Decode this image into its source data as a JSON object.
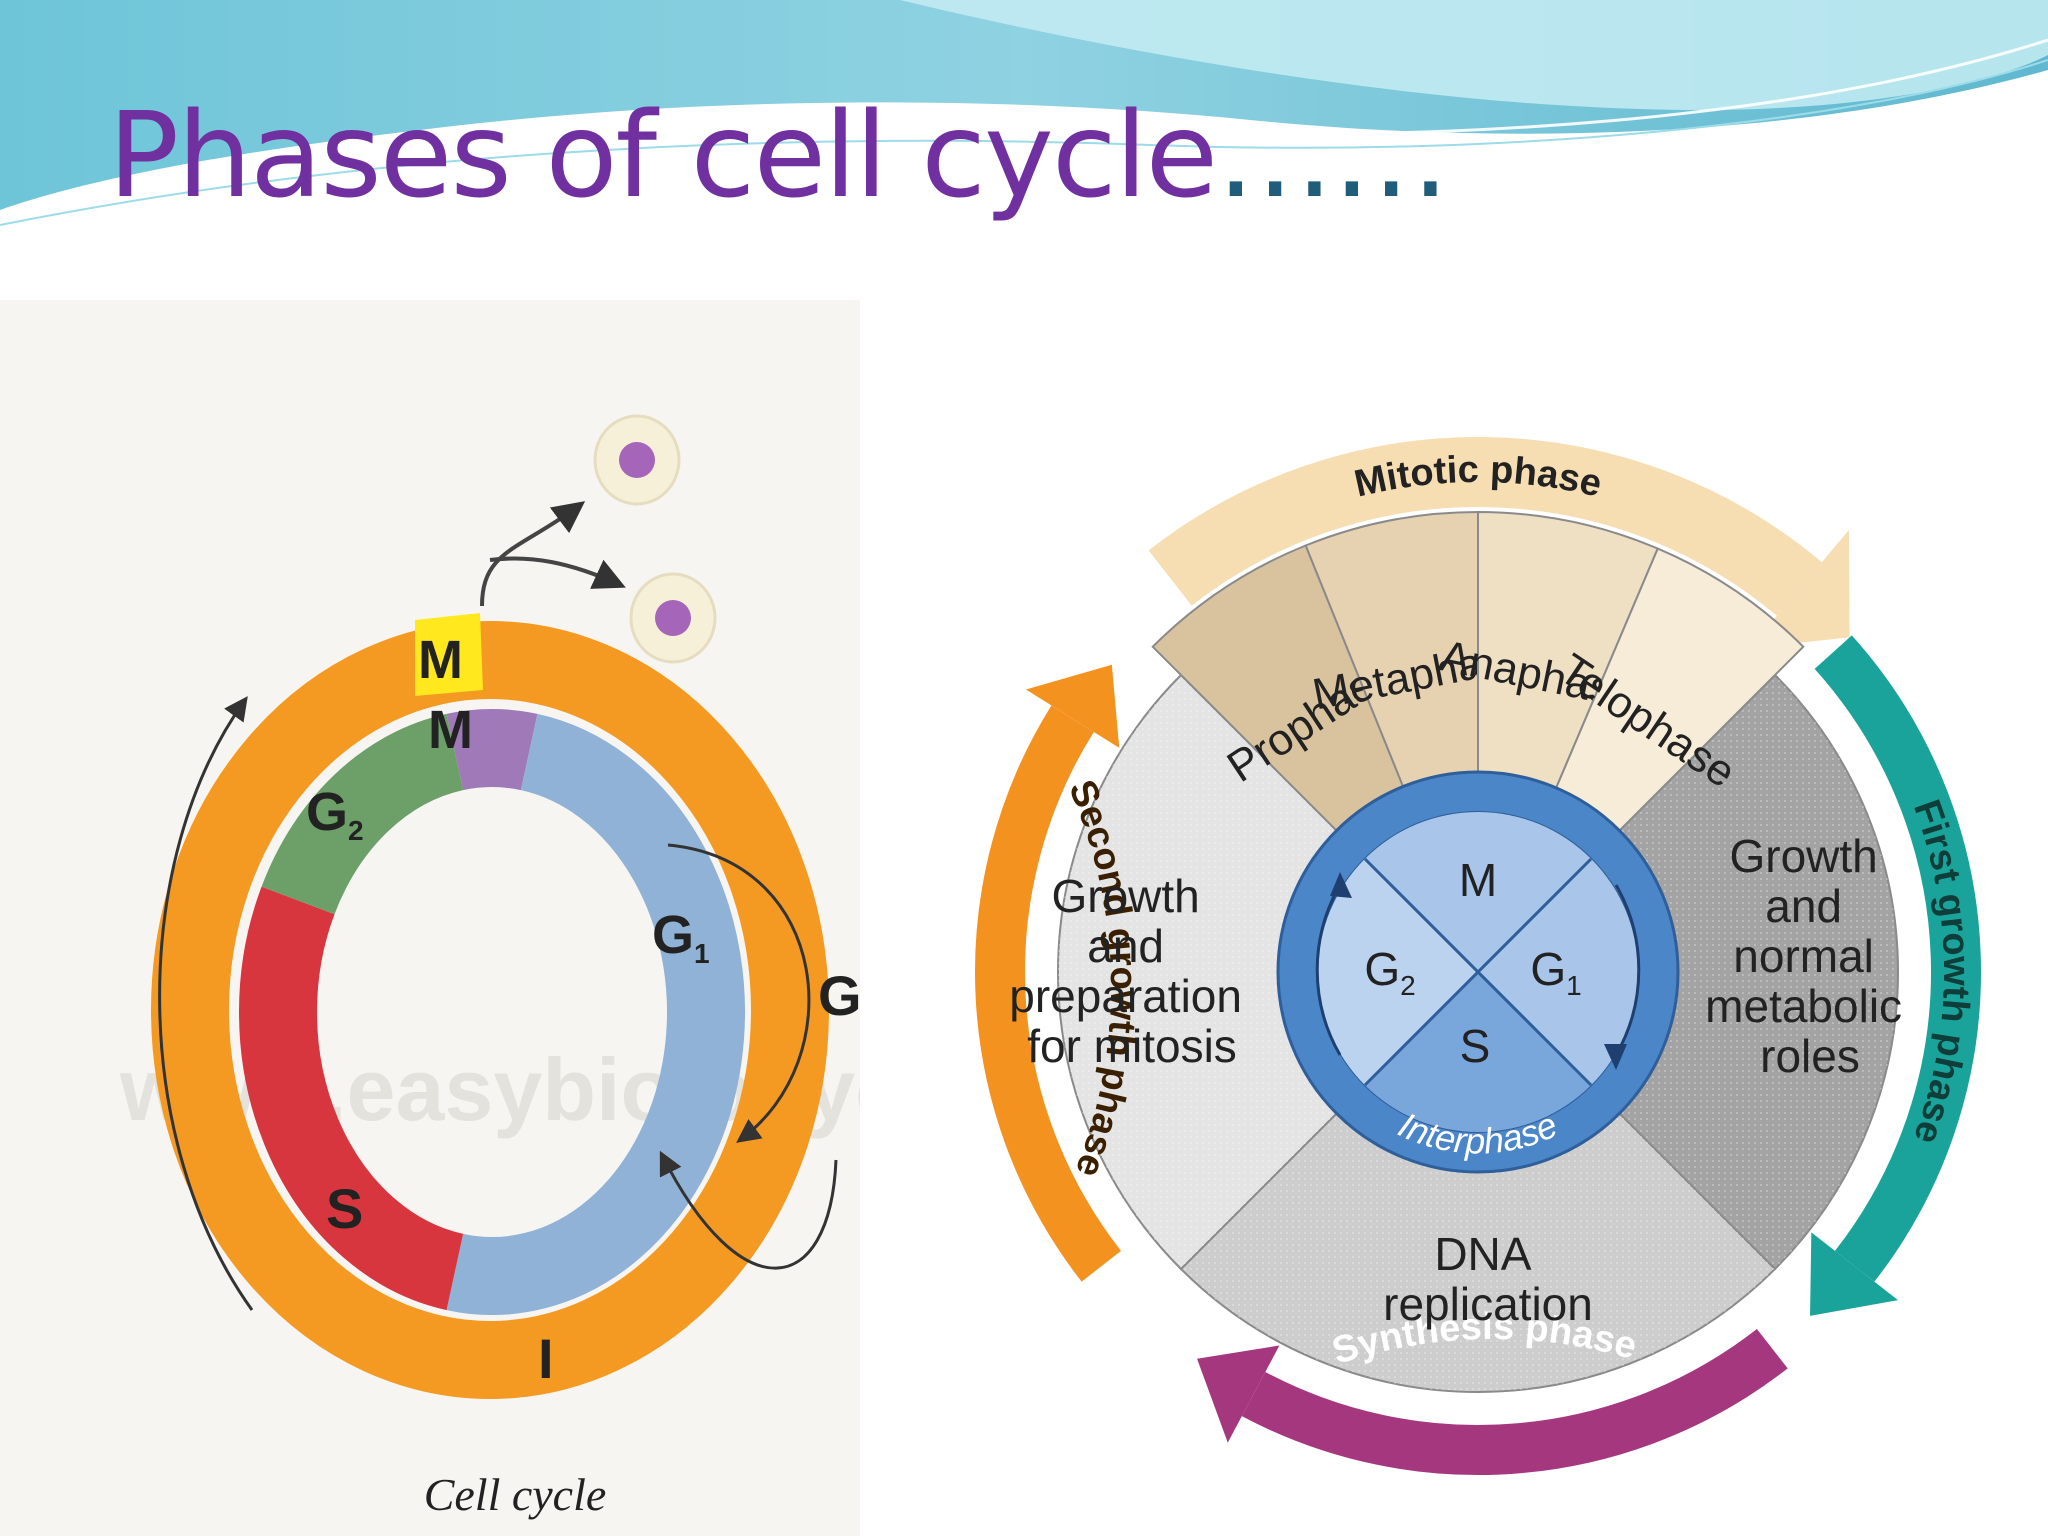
{
  "slide": {
    "title": "Phases of cell cycle",
    "title_suffix": "……",
    "colors": {
      "title": "#7030a0",
      "title_suffix": "#1f5d7a",
      "banner": "#7cc9dc"
    }
  },
  "left_diagram": {
    "caption": "Cell cycle",
    "watermark": "www.easybiologyclass",
    "outer_ring": {
      "mitosis_label": "M",
      "interphase_label": "I",
      "colors": {
        "interphase": "#f49a22",
        "mitosis": "#ffe81e"
      }
    },
    "inner_ring": {
      "segments": [
        {
          "label": "M",
          "color": "#a079b8"
        },
        {
          "label": "G1",
          "color": "#8fb2d6"
        },
        {
          "label": "S",
          "color": "#d8363e"
        },
        {
          "label": "G2",
          "color": "#6ca068"
        }
      ]
    },
    "g0_label": "G",
    "daughter_cell_color": "#a565b8"
  },
  "right_diagram": {
    "mitotic_phase_title": "Mitotic phase",
    "mitotic_stages": [
      "Prophase",
      "Metaphase",
      "Anaphase",
      "Telophase"
    ],
    "interphase_label": "Interphase",
    "center_quadrants": {
      "top": "M",
      "left": "G2",
      "right": "G1",
      "bottom": "S"
    },
    "sectors": {
      "left": [
        "Growth",
        "and",
        "preparation",
        "for mitosis"
      ],
      "right": [
        "Growth",
        "and",
        "normal",
        "metabolic",
        "roles"
      ],
      "bottom": [
        "DNA",
        "replication"
      ]
    },
    "arrows": [
      {
        "label": "First growth phase",
        "color": "#1aa39a"
      },
      {
        "label": "Synthesis phase",
        "color": "#a5377f"
      },
      {
        "label": "Second growth phase",
        "color": "#f3921f"
      },
      {
        "label": "Mitotic phase",
        "color": "#f6ddb2"
      }
    ]
  }
}
